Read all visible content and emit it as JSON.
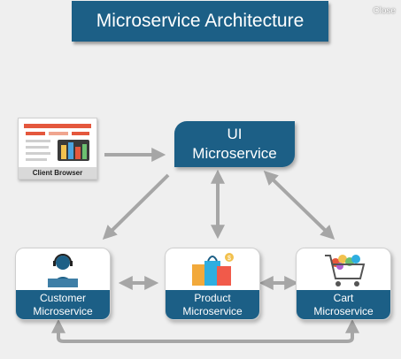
{
  "title": "Microservice Architecture",
  "close_label": "Close",
  "client": {
    "label": "Client Browser"
  },
  "ui_service": {
    "line1": "UI",
    "line2": "Microservice"
  },
  "services": [
    {
      "line1": "Customer",
      "line2": "Microservice"
    },
    {
      "line1": "Product",
      "line2": "Microservice"
    },
    {
      "line1": "Cart",
      "line2": "Microservice"
    }
  ],
  "colors": {
    "primary": "#1c5f86",
    "arrow": "#a6a6a6",
    "background": "#efefef"
  }
}
